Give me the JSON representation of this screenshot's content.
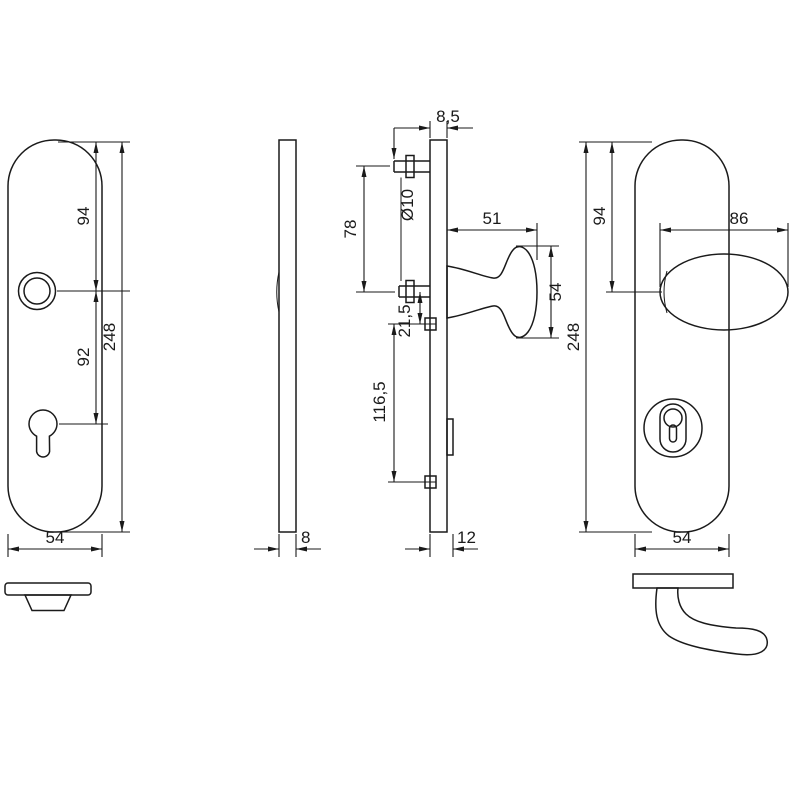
{
  "drawing": {
    "type": "technical-dimension-drawing",
    "subject": "security door fitting set (exterior plate, interior plate with knob, lever handle)",
    "line_color": "#1a1a1a",
    "background": "#ffffff"
  },
  "dims": {
    "ext_front": {
      "top_to_handle": "94",
      "handle_to_cyl": "92",
      "height": "248",
      "width": "54"
    },
    "ext_side": {
      "thickness": "8"
    },
    "int_side": {
      "plate": "8,5",
      "hole_dia": "Ø10",
      "top_to_axis": "78",
      "projection": "51",
      "knob_dia": "54",
      "axis_to_hole": "21,5",
      "hole_spacing": "116,5",
      "depth": "12"
    },
    "int_front": {
      "top_to_axis": "94",
      "knob_width": "86",
      "height": "248",
      "width": "54"
    }
  }
}
